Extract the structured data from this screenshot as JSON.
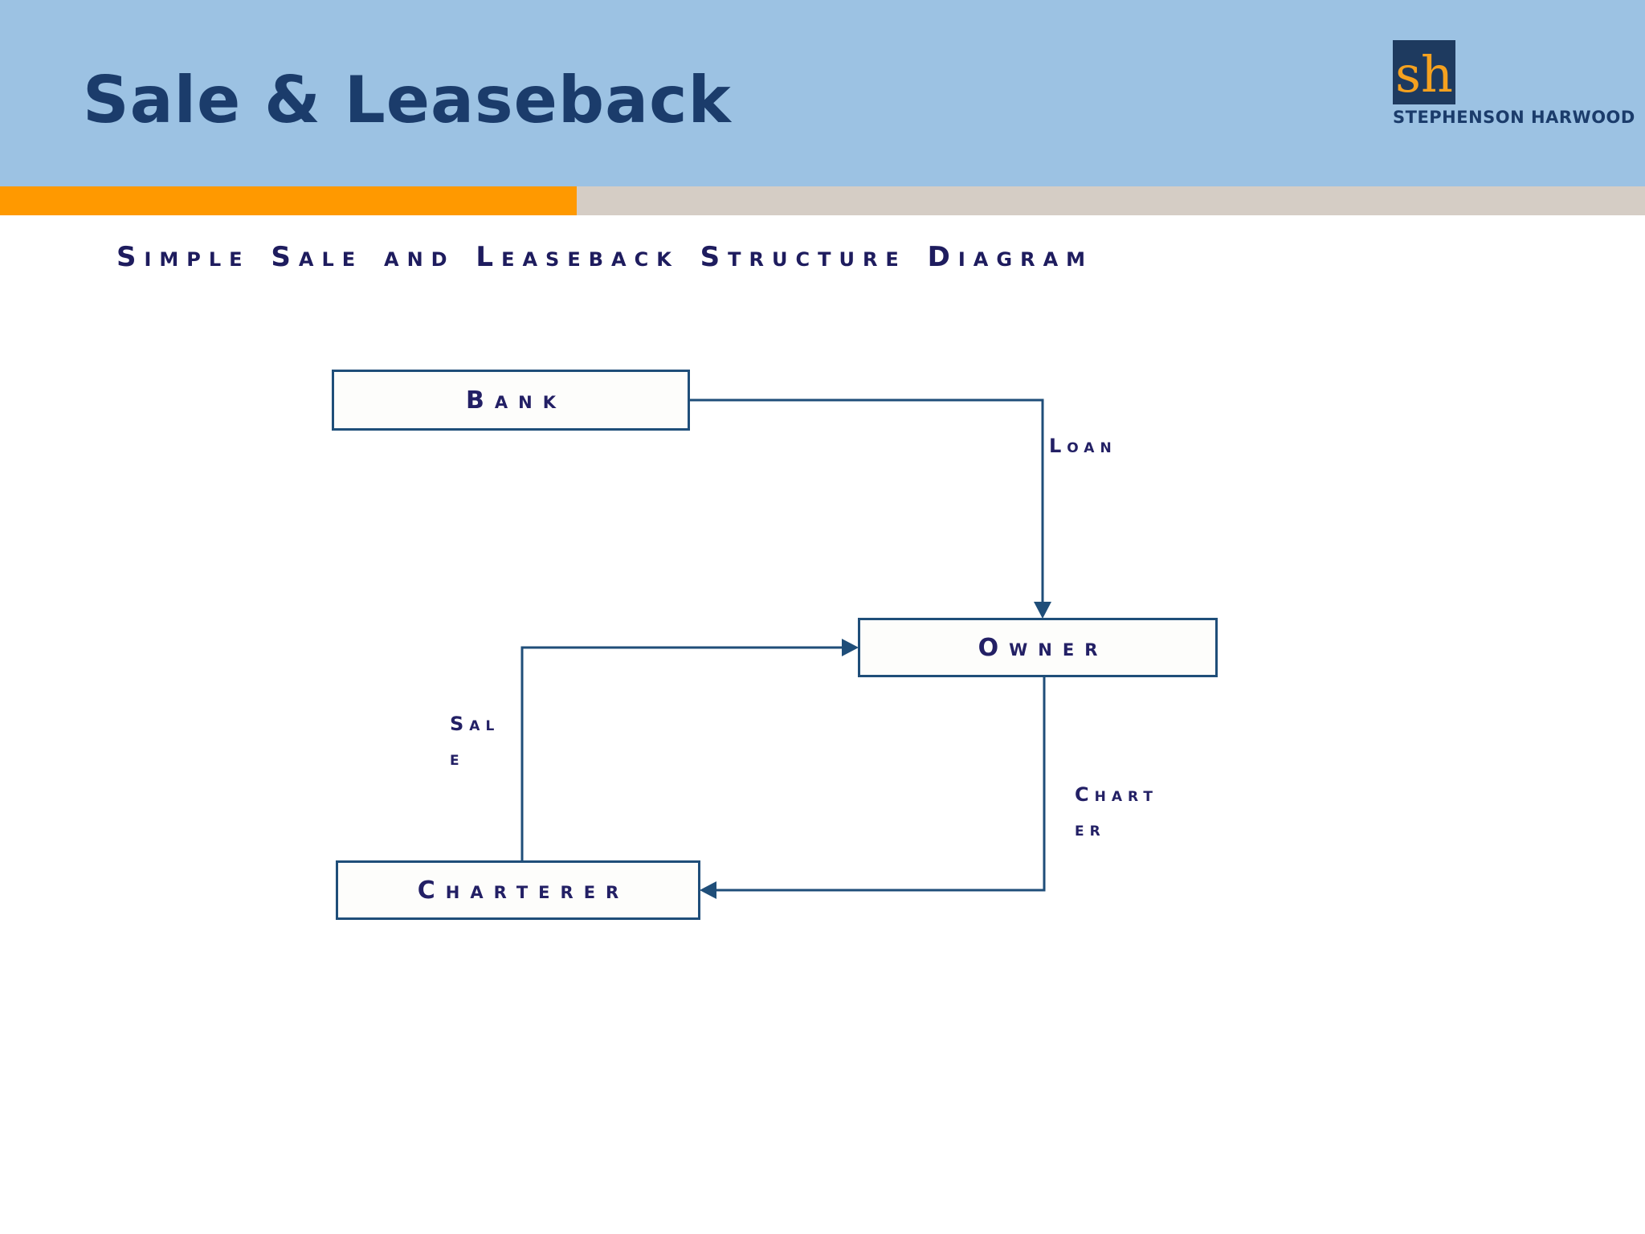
{
  "header": {
    "title": "Sale & Leaseback",
    "bg_color": "#9CC2E3",
    "title_color": "#1B3C6B"
  },
  "logo": {
    "monogram": "sh",
    "company": "STEPHENSON HARWOOD",
    "square_color": "#1E3A5F",
    "monogram_color": "#F5A11F"
  },
  "accent_bars": {
    "orange_color": "#FF9900",
    "gray_color": "#D5CDC5"
  },
  "diagram": {
    "heading": "Simple Sale and Leaseback Structure Diagram",
    "heading_color": "#1E1C5E",
    "line_color": "#1F4E79",
    "text_color": "#232065",
    "nodes": [
      {
        "id": "bank",
        "label": "Bank"
      },
      {
        "id": "owner",
        "label": "Owner"
      },
      {
        "id": "charterer",
        "label": "Charterer"
      }
    ],
    "edges": [
      {
        "id": "loan",
        "from": "Bank",
        "to": "Owner",
        "label": "Loan",
        "label_lines": [
          "Loan"
        ]
      },
      {
        "id": "sale",
        "from": "Charterer",
        "to": "Owner",
        "label": "Sale",
        "label_lines": [
          "Sal",
          "e"
        ]
      },
      {
        "id": "charter",
        "from": "Owner",
        "to": "Charterer",
        "label": "Charter",
        "label_lines": [
          "Chart",
          "er"
        ]
      }
    ]
  }
}
